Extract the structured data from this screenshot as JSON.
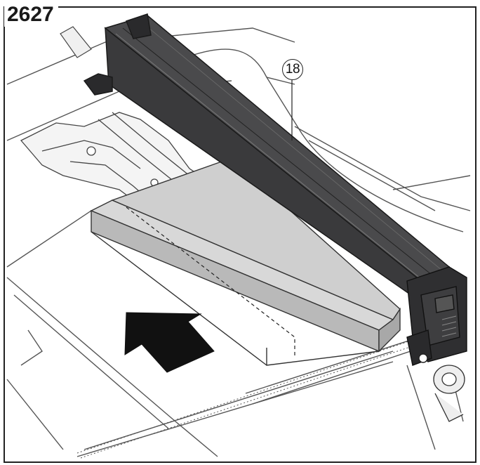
{
  "figure": {
    "label": "2627",
    "callout_number": "18",
    "icons": {
      "fence": "rip-fence-illustration",
      "arrow": "push-direction-arrow-icon",
      "workpiece": "workpiece-board"
    },
    "colors": {
      "line": "#222222",
      "fence_dark": "#3d3d3f",
      "workpiece": "#c7c7c7",
      "arrow": "#111111",
      "background": "#ffffff"
    }
  }
}
